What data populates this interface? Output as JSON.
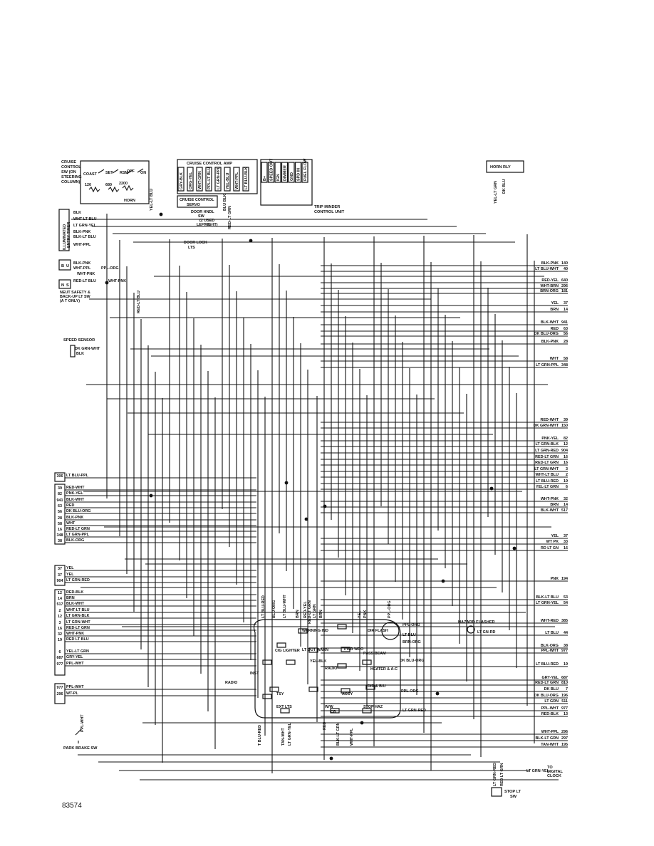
{
  "figure_number": "83574",
  "components": {
    "cruise_control_sw": [
      "CRUISE",
      "CONTROL",
      "SW (ON",
      "STEERING",
      "COLUMN)"
    ],
    "cruise_sw_positions": [
      "COAST",
      "SET",
      "RSM",
      "OFF",
      "ON"
    ],
    "resistors": [
      "120",
      "680",
      "2200"
    ],
    "horn": "HORN",
    "cruise_amp": "CRUISE CONTROL AMP",
    "cruise_amp_pins": [
      "GRY-BLK",
      "ORG-YEL",
      "WHT-GRN",
      "PPL-LT BLU",
      "LT GRN-PPL",
      "YEL-BLU",
      "WHT-PPL",
      "LT BLU-BLK"
    ],
    "cruise_servo": [
      "CRUISE CONTROL",
      "SERVO"
    ],
    "door_hndl_sw": [
      "DOOR HNDL",
      "SW",
      "(2 USED",
      "LEFT &",
      "RIGHT)"
    ],
    "door_lock_lts": [
      "DOOR LOCK",
      "LTS"
    ],
    "trip_minder": [
      "TRIP MINDER",
      "CONTROL UNIT"
    ],
    "trip_minder_pins": [
      "B+",
      "SPEED OUT",
      "IGN",
      "DIMMER",
      "GND",
      "SPD IN",
      "FUEL FLOW"
    ],
    "horn_rly": "HORN RLY",
    "illuminated_entry_timer": [
      "ILLUMINATED",
      "ENTRY TIMER"
    ],
    "neut_safety": [
      "NEUT SAFETY &",
      "BACK-UP LT SW",
      "(A T ONLY)"
    ],
    "speed_sensor": "SPEED SENSOR",
    "hazard_flasher": "HAZARD FLASHER",
    "park_brake_sw": "PARK BRAKE SW",
    "stop_lt_sw": [
      "STOP LT",
      "SW"
    ],
    "to_digital_clock": [
      "TO",
      "DIGITAL",
      "CLOCK"
    ],
    "fuse_panel": [
      "CIG LIGHTER",
      "LT OUT WARN",
      "WARNING IND",
      "PWR WDO",
      "PASS BEAM",
      "HEATER & A-C",
      "DIR & B/U",
      "STOP HAZ",
      "DIR FLASH",
      "RADIO",
      "INST",
      "RADIO",
      "TSY",
      "EXT LTS",
      "W/W",
      "CB",
      "ACCY"
    ],
    "connector_letters": [
      "B",
      "U",
      "N",
      "S"
    ]
  },
  "wire_labels_top": [
    "BLK",
    "WHT-LT BLU",
    "LT GRN-YEL",
    "BLK-PNK",
    "BLK-LT BLU",
    "WHT-PPL",
    "BLK-PNK",
    "WHT-PPL",
    "PPL-ORG",
    "WHT-PNK",
    "RED-LT BLU",
    "WHT-PNK",
    "DK GRN-WHT",
    "BLK",
    "YEL-LT BLU",
    "BLU BLK",
    "RED-LT GRN",
    "RED-LT BLU",
    "YEL-LT GRN",
    "DK BLU"
  ],
  "right_wires": [
    {
      "label": "BLK-PNK",
      "num": "140"
    },
    {
      "label": "LT BLU-WHT",
      "num": "40"
    },
    {
      "label": "RED-YEL",
      "num": "640"
    },
    {
      "label": "WHT-BRN",
      "num": "296"
    },
    {
      "label": "BRN-ORG",
      "num": "181"
    },
    {
      "label": "YEL",
      "num": "37"
    },
    {
      "label": "BRN",
      "num": "14"
    },
    {
      "label": "BLK-WHT",
      "num": "941"
    },
    {
      "label": "RED",
      "num": "63"
    },
    {
      "label": "DK BLU-ORG",
      "num": "56"
    },
    {
      "label": "BLK-PNK",
      "num": "28"
    },
    {
      "label": "WHT",
      "num": "58"
    },
    {
      "label": "LT GRN-PPL",
      "num": "348"
    },
    {
      "label": "RED-WHT",
      "num": "39"
    },
    {
      "label": "DK GRN-WHT",
      "num": "150"
    },
    {
      "label": "PNK-YEL",
      "num": "82"
    },
    {
      "label": "LT GRN-BLK",
      "num": "12"
    },
    {
      "label": "LT GRN-RED",
      "num": "904"
    },
    {
      "label": "RED-LT GRN",
      "num": "16"
    },
    {
      "label": "RED-LT GRN",
      "num": "16"
    },
    {
      "label": "LT GRN-WHT",
      "num": "3"
    },
    {
      "label": "WHT-LT BLU",
      "num": "2"
    },
    {
      "label": "LT BLU-RED",
      "num": "19"
    },
    {
      "label": "YEL-LT GRN",
      "num": "6"
    },
    {
      "label": "WHT-PNK",
      "num": "32"
    },
    {
      "label": "BRN",
      "num": "14"
    },
    {
      "label": "BLK-WHT",
      "num": "517"
    },
    {
      "label": "YEL",
      "num": "37"
    },
    {
      "label": "WT PK",
      "num": "33"
    },
    {
      "label": "RD LT GN",
      "num": "16"
    },
    {
      "label": "PNK",
      "num": "194"
    },
    {
      "label": "BLK-LT BLU",
      "num": "53"
    },
    {
      "label": "LT GRN-YEL",
      "num": "54"
    },
    {
      "label": "WHT-RED",
      "num": "385"
    },
    {
      "label": "LT BLU",
      "num": "44"
    },
    {
      "label": "BLK-ORG",
      "num": "38"
    },
    {
      "label": "PPL-WHT",
      "num": "977"
    },
    {
      "label": "LT BLU-RED",
      "num": "19"
    },
    {
      "label": "GRY-YEL",
      "num": "687"
    },
    {
      "label": "RED-LT GRN",
      "num": "810"
    },
    {
      "label": "DK BLU",
      "num": "7"
    },
    {
      "label": "DK BLU-ORG",
      "num": "196"
    },
    {
      "label": "LT GRN",
      "num": "511"
    },
    {
      "label": "PPL-WHT",
      "num": "977"
    },
    {
      "label": "RED-BLK",
      "num": "13"
    },
    {
      "label": "WHT-PPL",
      "num": "296"
    },
    {
      "label": "BLK-LT GRN",
      "num": "297"
    },
    {
      "label": "TAN-WHT",
      "num": "195"
    }
  ],
  "left_wires": [
    {
      "num": "306",
      "label": "LT BLU-PPL"
    },
    {
      "num": "39",
      "label": "RED-WHT"
    },
    {
      "num": "82",
      "label": "PNK-YEL"
    },
    {
      "num": "941",
      "label": "BLK-WHT"
    },
    {
      "num": "63",
      "label": "RED"
    },
    {
      "num": "56",
      "label": "DK BLU-ORG"
    },
    {
      "num": "28",
      "label": "BLK-PNK"
    },
    {
      "num": "58",
      "label": "WHT"
    },
    {
      "num": "16",
      "label": "RED-LT GRN"
    },
    {
      "num": "348",
      "label": "LT GRN-PPL"
    },
    {
      "num": "38",
      "label": "BLK-ORG"
    },
    {
      "num": "37",
      "label": "YEL"
    },
    {
      "num": "37",
      "label": "YEL"
    },
    {
      "num": "904",
      "label": "LT GRN-RED"
    },
    {
      "num": "12",
      "label": "RED-BLK"
    },
    {
      "num": "14",
      "label": "BRN"
    },
    {
      "num": "517",
      "label": "BLK-WHT"
    },
    {
      "num": "2",
      "label": "WHT-LT BLU"
    },
    {
      "num": "12",
      "label": "LT GRN-BLK"
    },
    {
      "num": "3",
      "label": "LT GRN-WHT"
    },
    {
      "num": "16",
      "label": "RED-LT GRN"
    },
    {
      "num": "32",
      "label": "WHT-PNK"
    },
    {
      "num": "19",
      "label": "RED LT BLU"
    },
    {
      "num": "6",
      "label": "YEL-LT GRN"
    },
    {
      "num": "687",
      "label": "GRY-YEL"
    },
    {
      "num": "977",
      "label": "PPL-WHT"
    },
    {
      "num": "977",
      "label": "PPL-WHT"
    },
    {
      "num": "296",
      "label": "WT-PL"
    }
  ],
  "fuse_panel_wires": [
    "LT BLU-RED",
    "BLU-ORG",
    "LT BLU-WHT",
    "BRN",
    "RED-YEL",
    "LT GRN",
    "RED-LT GRN",
    "BRN",
    "YEL",
    "PNK",
    "PPL-ORG",
    "PPL-ORG",
    "LT BLU",
    "BRN-ORG",
    "DK BLU-ORG",
    "YEL-BLK",
    "PPL-ORG",
    "LT GRN-RED",
    "T BLU-RED",
    "TAN-WHT",
    "LT GRN-YEL",
    "RED",
    "BLK-LT GRN",
    "WHT-PPL",
    "LT GN-RD",
    "LT GRN-YEL",
    "LT GRN-RED",
    "RED LT GRN",
    "PPL-WHT"
  ]
}
